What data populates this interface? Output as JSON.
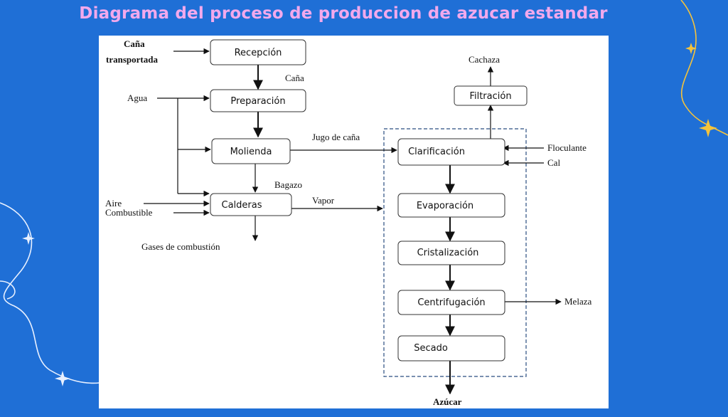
{
  "title": "Diagrama del proceso de produccion de azucar estandar",
  "colors": {
    "background": "#1f6fd6",
    "title": "#f2a9ec",
    "decor_white": "#e8f0ff",
    "decor_yellow": "#f5c33b"
  },
  "boxes": {
    "recepcion": "Recepción",
    "preparacion": "Preparación",
    "molienda": "Molienda",
    "calderas": "Calderas",
    "clarificacion": "Clarificación",
    "evaporacion": "Evaporación",
    "cristalizacion": "Cristalización",
    "centrifugacion": "Centrifugación",
    "secado": "Secado",
    "filtracion": "Filtración"
  },
  "labels": {
    "cana_line1": "Caña",
    "cana_line2": "transportada",
    "cana": "Caña",
    "agua": "Agua",
    "jugo": "Jugo de caña",
    "bagazo": "Bagazo",
    "aire": "Aire",
    "combustible": "Combustible",
    "vapor": "Vapor",
    "gases": "Gases de combustión",
    "cachaza": "Cachaza",
    "floculante": "Floculante",
    "cal": "Cal",
    "melaza": "Melaza",
    "azucar": "Azúcar"
  }
}
